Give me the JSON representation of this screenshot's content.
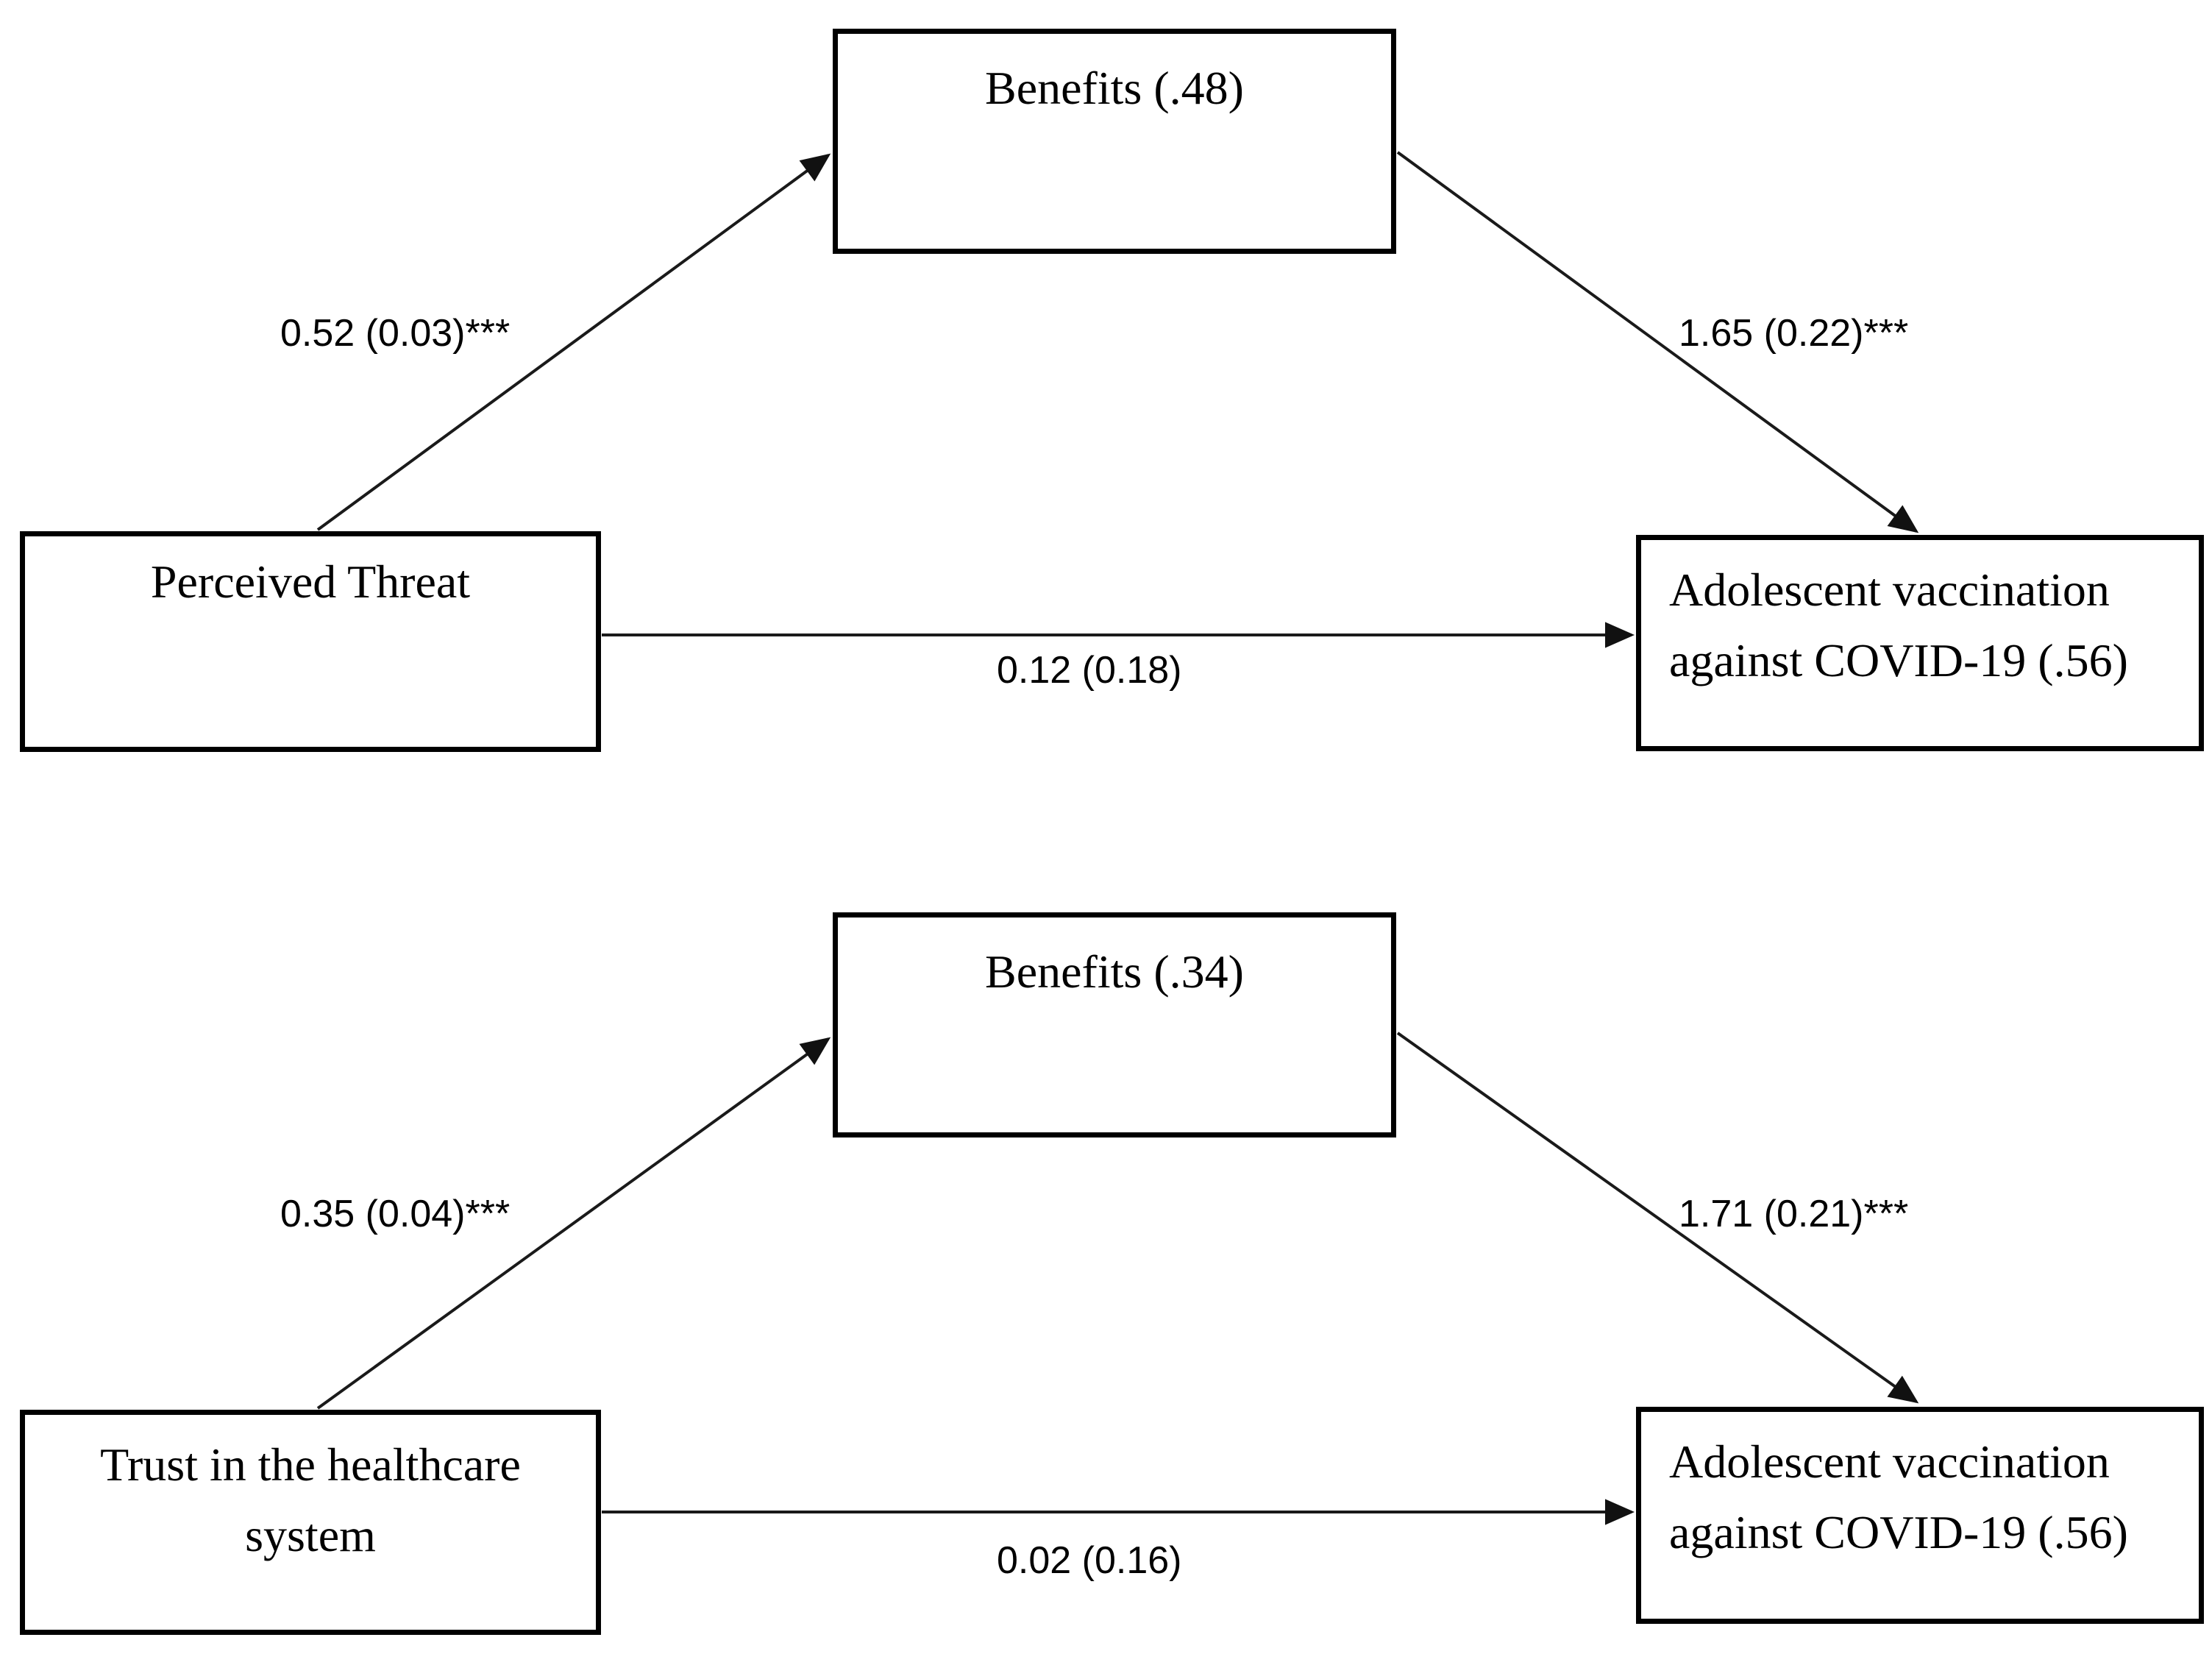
{
  "figure": {
    "background_color": "#ffffff",
    "box_border_color": "#000000",
    "arrow_color": "#1a1a1a",
    "text_color": "#000000"
  },
  "panels": [
    {
      "id": "top",
      "predictor": "Perceived Threat",
      "mediator": "Benefits (.48)",
      "outcome": "Adolescent vaccination against COVID-19 (.56)",
      "paths": {
        "predictor_to_mediator": "0.52 (0.03)***",
        "mediator_to_outcome": "1.65 (0.22)***",
        "predictor_to_outcome": "0.12 (0.18)"
      }
    },
    {
      "id": "bottom",
      "predictor": "Trust in the healthcare system",
      "mediator": "Benefits (.34)",
      "outcome": "Adolescent vaccination against COVID-19 (.56)",
      "paths": {
        "predictor_to_mediator": "0.35 (0.04)***",
        "mediator_to_outcome": "1.71 (0.21)***",
        "predictor_to_outcome": "0.02 (0.16)"
      }
    }
  ]
}
